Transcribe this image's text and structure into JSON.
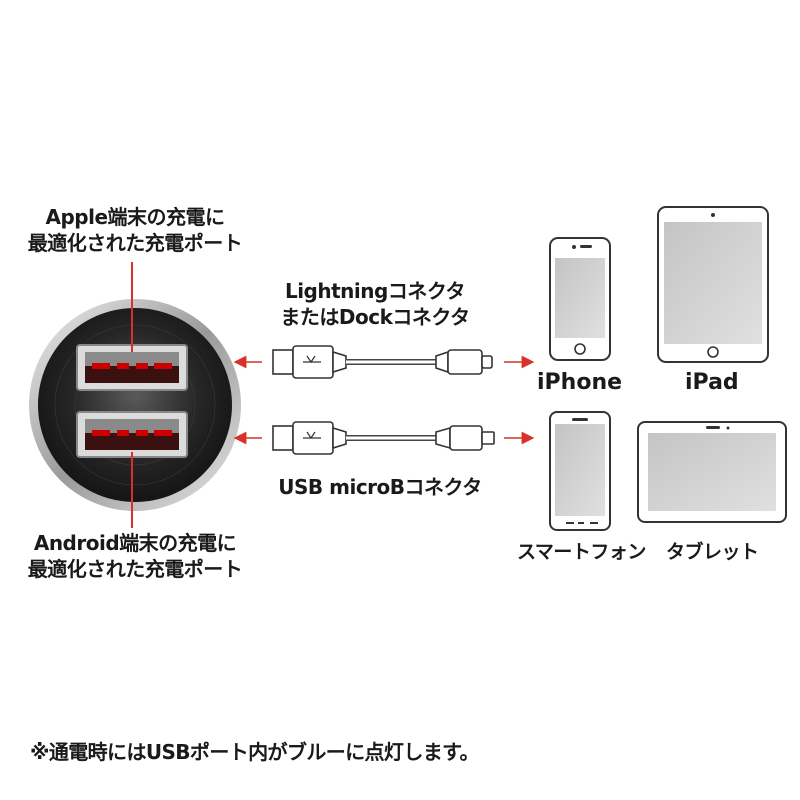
{
  "labels": {
    "apple_port": [
      "Apple端末の充電に",
      "最適化された充電ポート"
    ],
    "android_port": [
      "Android端末の充電に",
      "最適化された充電ポート"
    ],
    "lightning_cable": [
      "Lightningコネクタ",
      "またはDockコネクタ"
    ],
    "micro_cable": [
      "USB microBコネクタ"
    ]
  },
  "devices": {
    "iphone": "iPhone",
    "ipad": "iPad",
    "smartphone": "スマートフォン",
    "tablet": "タブレット"
  },
  "footnote": "※通電時にはUSBポート内がブルーに点灯します。",
  "colors": {
    "arrow": "#d9302a",
    "port_glow": "#c00000",
    "charger_body": "#1b1b1b",
    "charger_ring": "#c8c8c8",
    "screen": "#d2d2d2"
  }
}
